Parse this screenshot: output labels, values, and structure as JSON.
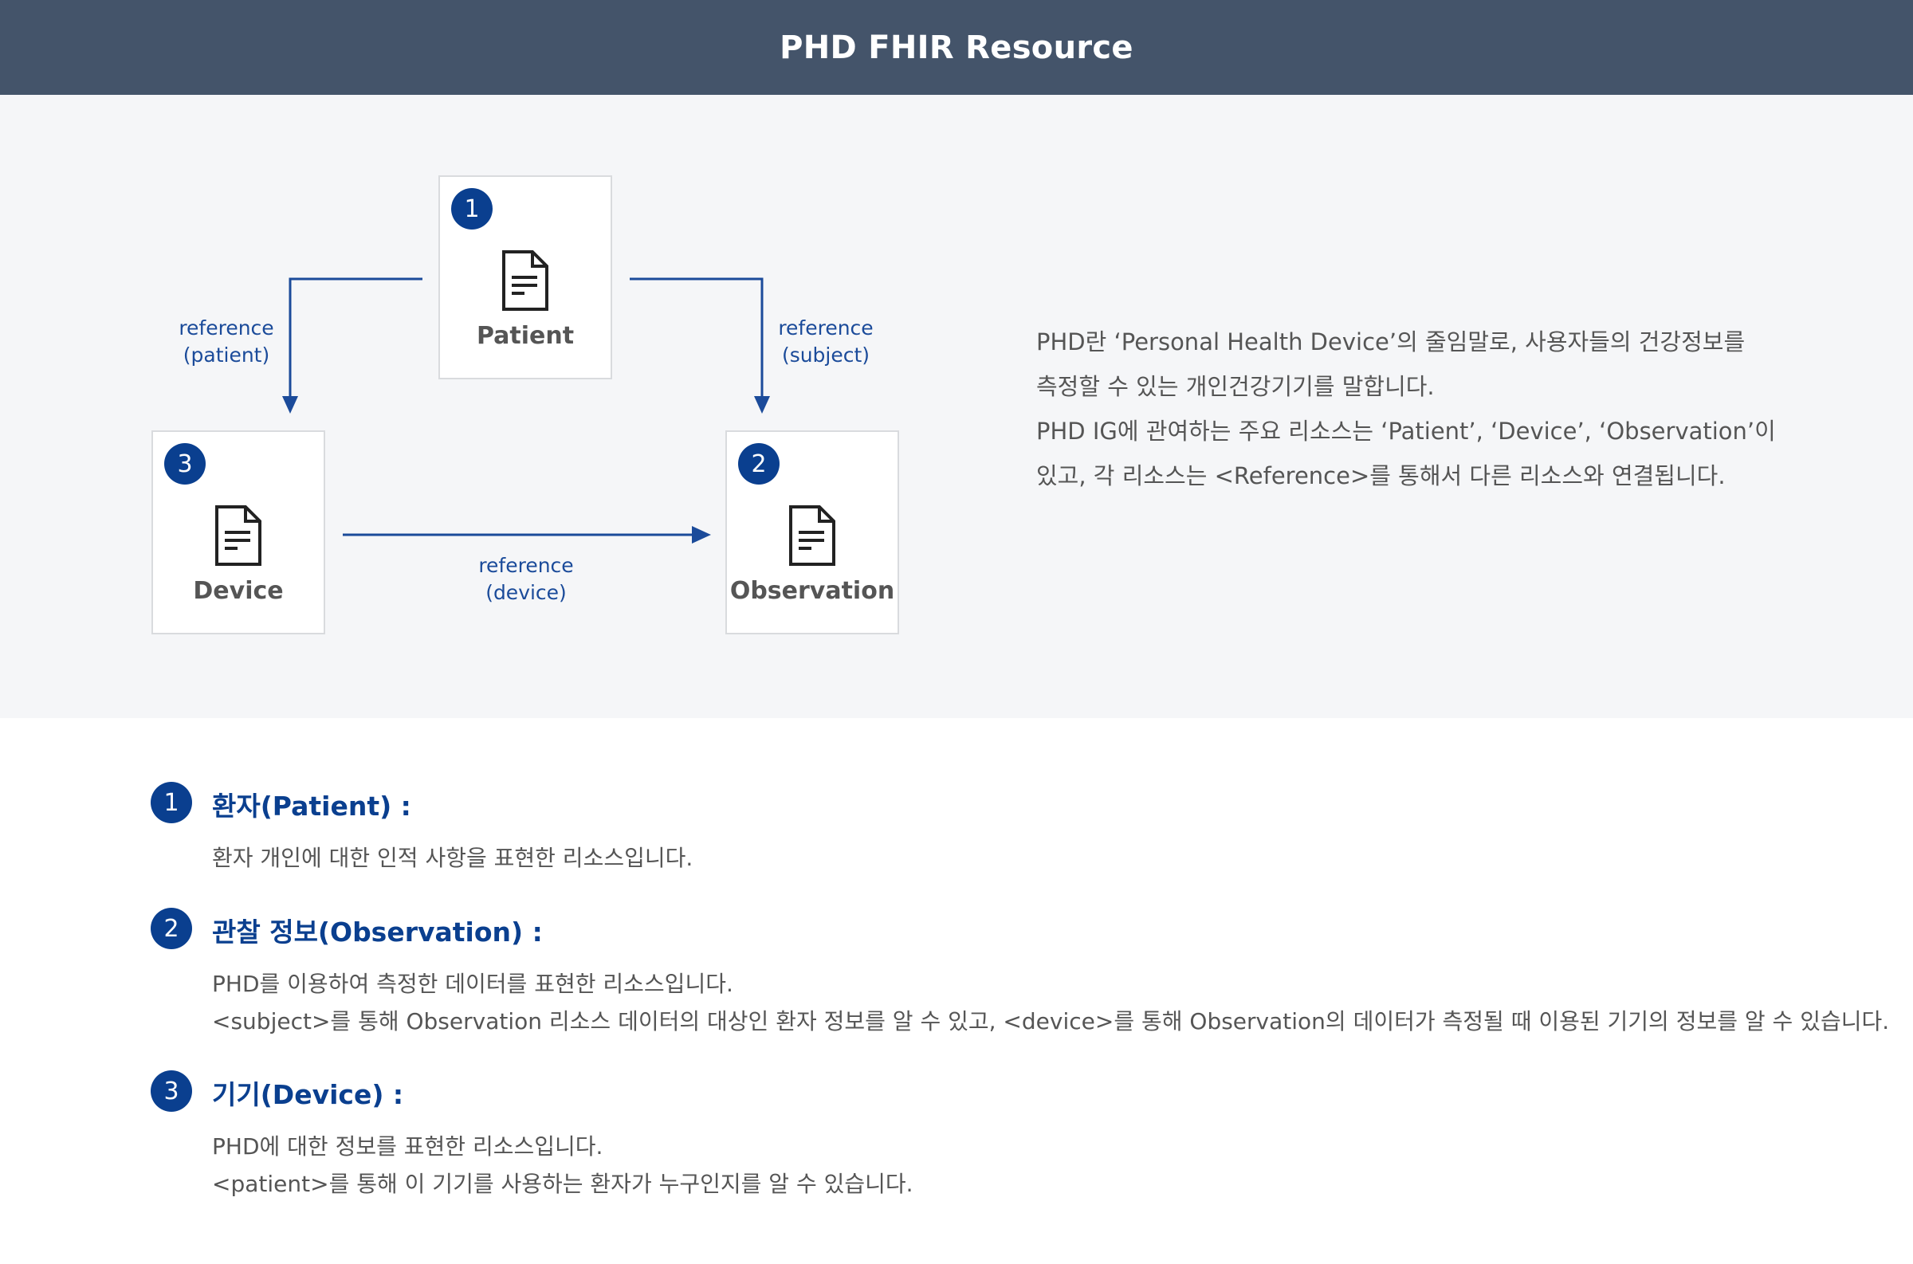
{
  "header": {
    "title": "PHD FHIR Resource"
  },
  "diagram": {
    "nodes": [
      {
        "number": "1",
        "label": "Patient"
      },
      {
        "number": "2",
        "label": "Observation"
      },
      {
        "number": "3",
        "label": "Device"
      }
    ],
    "references": [
      {
        "line1": "reference",
        "line2": "(patient)"
      },
      {
        "line1": "reference",
        "line2": "(subject)"
      },
      {
        "line1": "reference",
        "line2": "(device)"
      }
    ],
    "colors": {
      "accent": "#0a3f8f",
      "arrow": "#1b4b9a",
      "header": "#44546a"
    },
    "icons": {
      "resource": "document-icon"
    }
  },
  "description": {
    "lines": [
      "PHD란 ‘Personal Health Device’의 줄임말로, 사용자들의 건강정보를",
      "측정할 수 있는 개인건강기기를 말합니다.",
      "PHD IG에 관여하는 주요 리소스는 ‘Patient’, ‘Device’, ‘Observation’이",
      "있고, 각 리소스는 <Reference>를 통해서 다른 리소스와 연결됩니다."
    ]
  },
  "sections": [
    {
      "number": "1",
      "title": "환자(Patient) :",
      "lines": [
        "환자 개인에 대한 인적 사항을 표현한 리소스입니다."
      ]
    },
    {
      "number": "2",
      "title": "관찰 정보(Observation) :",
      "lines": [
        "PHD를 이용하여 측정한 데이터를 표현한 리소스입니다.",
        "<subject>를 통해 Observation 리소스 데이터의 대상인 환자 정보를 알 수 있고, <device>를 통해 Observation의 데이터가 측정될 때 이용된 기기의 정보를 알 수 있습니다."
      ]
    },
    {
      "number": "3",
      "title": "기기(Device) :",
      "lines": [
        "PHD에 대한 정보를 표현한 리소스입니다.",
        "<patient>를 통해 이 기기를 사용하는 환자가 누구인지를 알 수 있습니다."
      ]
    }
  ]
}
